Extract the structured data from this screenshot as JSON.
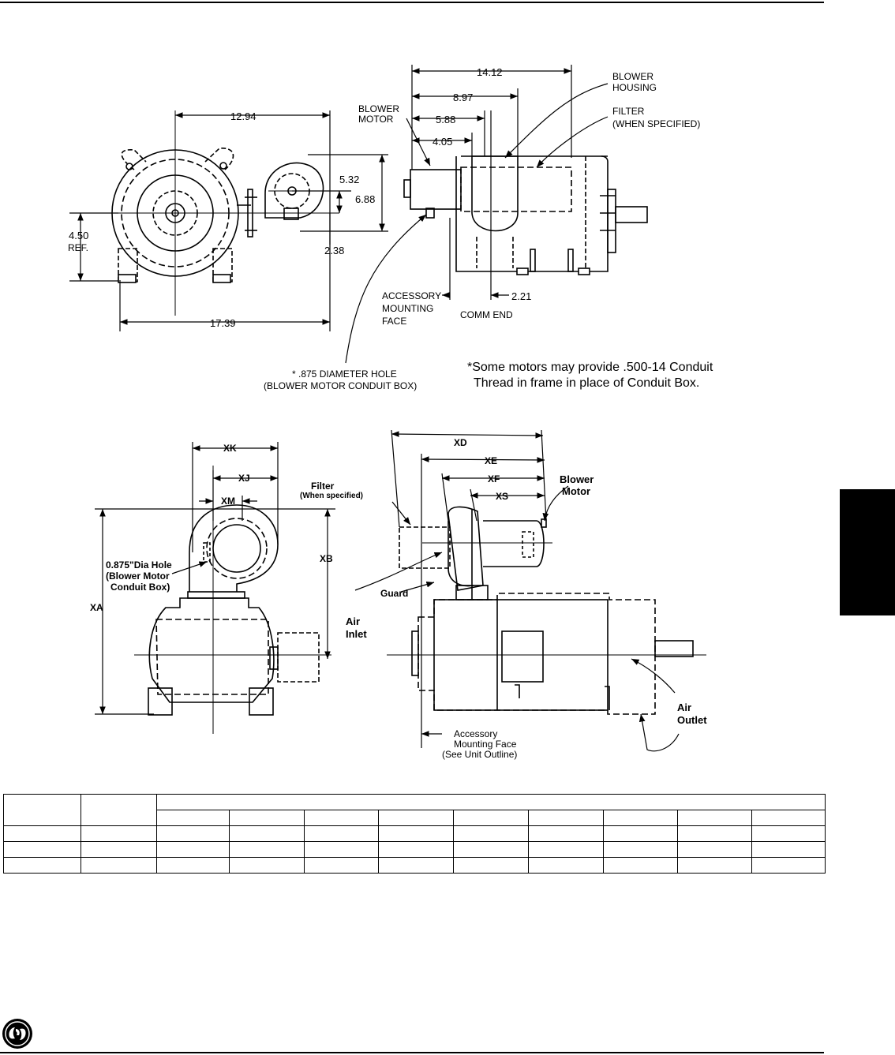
{
  "top_view": {
    "dims": {
      "d_12_94": "12.94",
      "d_4_50": "4.50",
      "d_ref": "REF.",
      "d_17_39": "17.39",
      "d_5_32": "5.32",
      "d_6_88": "6.88",
      "d_2_38": "2.38",
      "d_14_12": "14.12",
      "d_8_97": "8.97",
      "d_5_88": "5.88",
      "d_4_05": "4.05",
      "d_2_21": "2.21"
    },
    "labels": {
      "blower_motor_1": "BLOWER",
      "blower_motor_2": "MOTOR",
      "blower_housing_1": "BLOWER",
      "blower_housing_2": "HOUSING",
      "filter_1": "FILTER",
      "filter_2": "(WHEN SPECIFIED)",
      "accessory_1": "ACCESSORY",
      "accessory_2": "MOUNTING",
      "accessory_3": "FACE",
      "comm_end": "COMM END",
      "hole_1": "* .875 DIAMETER HOLE",
      "hole_2": "(BLOWER MOTOR CONDUIT BOX)"
    },
    "note_1": "*Some motors may provide .500-14 Conduit",
    "note_2": "Thread in frame in place of Conduit Box."
  },
  "bottom_view": {
    "dims": {
      "xk": "XK",
      "xj": "XJ",
      "xm": "XM",
      "xb": "XB",
      "xa": "XA",
      "xd": "XD",
      "xe": "XE",
      "xf": "XF",
      "xs": "XS"
    },
    "labels": {
      "hole_1": "0.875\"Dia Hole",
      "hole_2": "(Blower Motor",
      "hole_3": "Conduit Box)",
      "filter_1": "Filter",
      "filter_2": "(When specified)",
      "blower_1": "Blower",
      "blower_2": "Motor",
      "guard": "Guard",
      "air_inlet_1": "Air",
      "air_inlet_2": "Inlet",
      "air_outlet_1": "Air",
      "air_outlet_2": "Outlet",
      "acc_1": "Accessory",
      "acc_2": "Mounting Face",
      "acc_3": "(See Unit Outline)"
    }
  },
  "logo": {
    "name": "ge-logo"
  }
}
